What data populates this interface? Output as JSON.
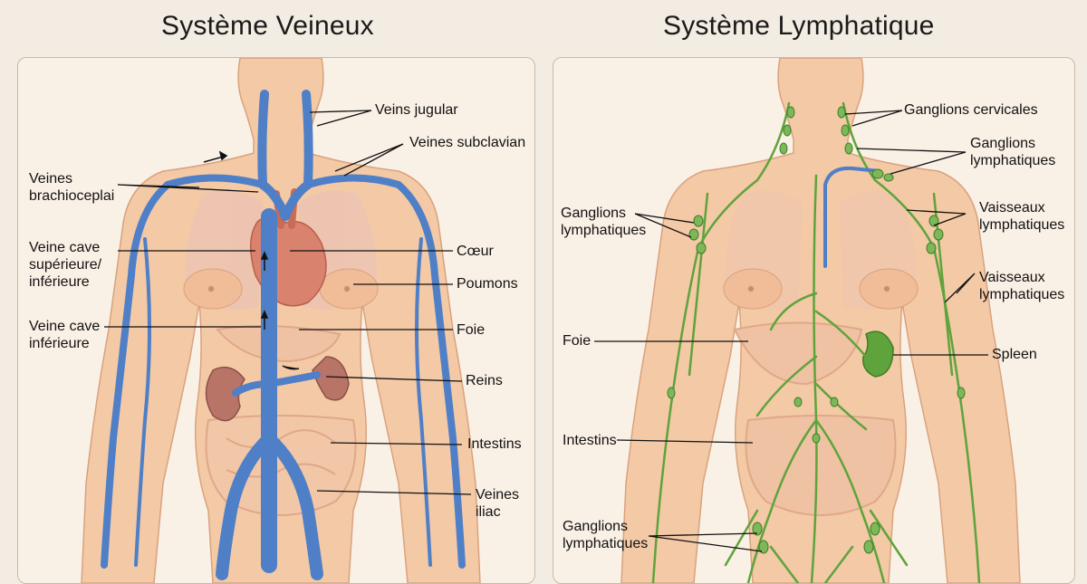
{
  "titles": {
    "left": "Système Veineux",
    "right": "Système Lymphatique"
  },
  "venous": {
    "labels": {
      "veins_jugular": "Veins jugular",
      "veines_subclavian": "Veines subclavian",
      "brachio_1": "Veines",
      "brachio_2": "brachioceplai",
      "vcs_1": "Veine cave",
      "vcs_2": "supérieure/",
      "vcs_3": "inférieure",
      "vci_1": "Veine cave",
      "vci_2": "inférieure",
      "coeur": "Cœur",
      "poumons": "Poumons",
      "foie": "Foie",
      "reins": "Reins",
      "intestins": "Intestins",
      "iliac_1": "Veines",
      "iliac_2": "iliac"
    }
  },
  "lymphatic": {
    "labels": {
      "cervicales": "Ganglions cervicales",
      "gl_top_1": "Ganglions",
      "gl_top_2": "lymphatiques",
      "gl_left_1": "Ganglions",
      "gl_left_2": "lymphatiques",
      "vl1_1": "Vaisseaux",
      "vl1_2": "lymphatiques",
      "vl2_1": "Vaisseaux",
      "vl2_2": "lymphatiques",
      "foie": "Foie",
      "spleen": "Spleen",
      "intestins": "Intestins",
      "gl_bottom_1": "Ganglions",
      "gl_bottom_2": "lymphatiques"
    }
  },
  "colors": {
    "skin": "#f3c9a6",
    "vein": "#4f7fc7",
    "lymph": "#5fa33c",
    "heart": "#d9826e",
    "kidney": "#b77467"
  }
}
